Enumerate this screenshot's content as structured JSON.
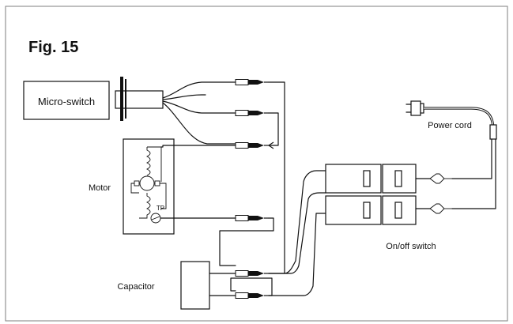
{
  "figure": {
    "title": "Fig. 15"
  },
  "components": {
    "micro_switch": "Micro-switch",
    "motor": "Motor",
    "thermal_protector": "TP",
    "capacitor": "Capacitor",
    "on_off_switch": "On/off switch",
    "power_cord": "Power cord"
  },
  "colors": {
    "line": "#111111",
    "frame": "#8a8a8a",
    "background": "#ffffff"
  }
}
